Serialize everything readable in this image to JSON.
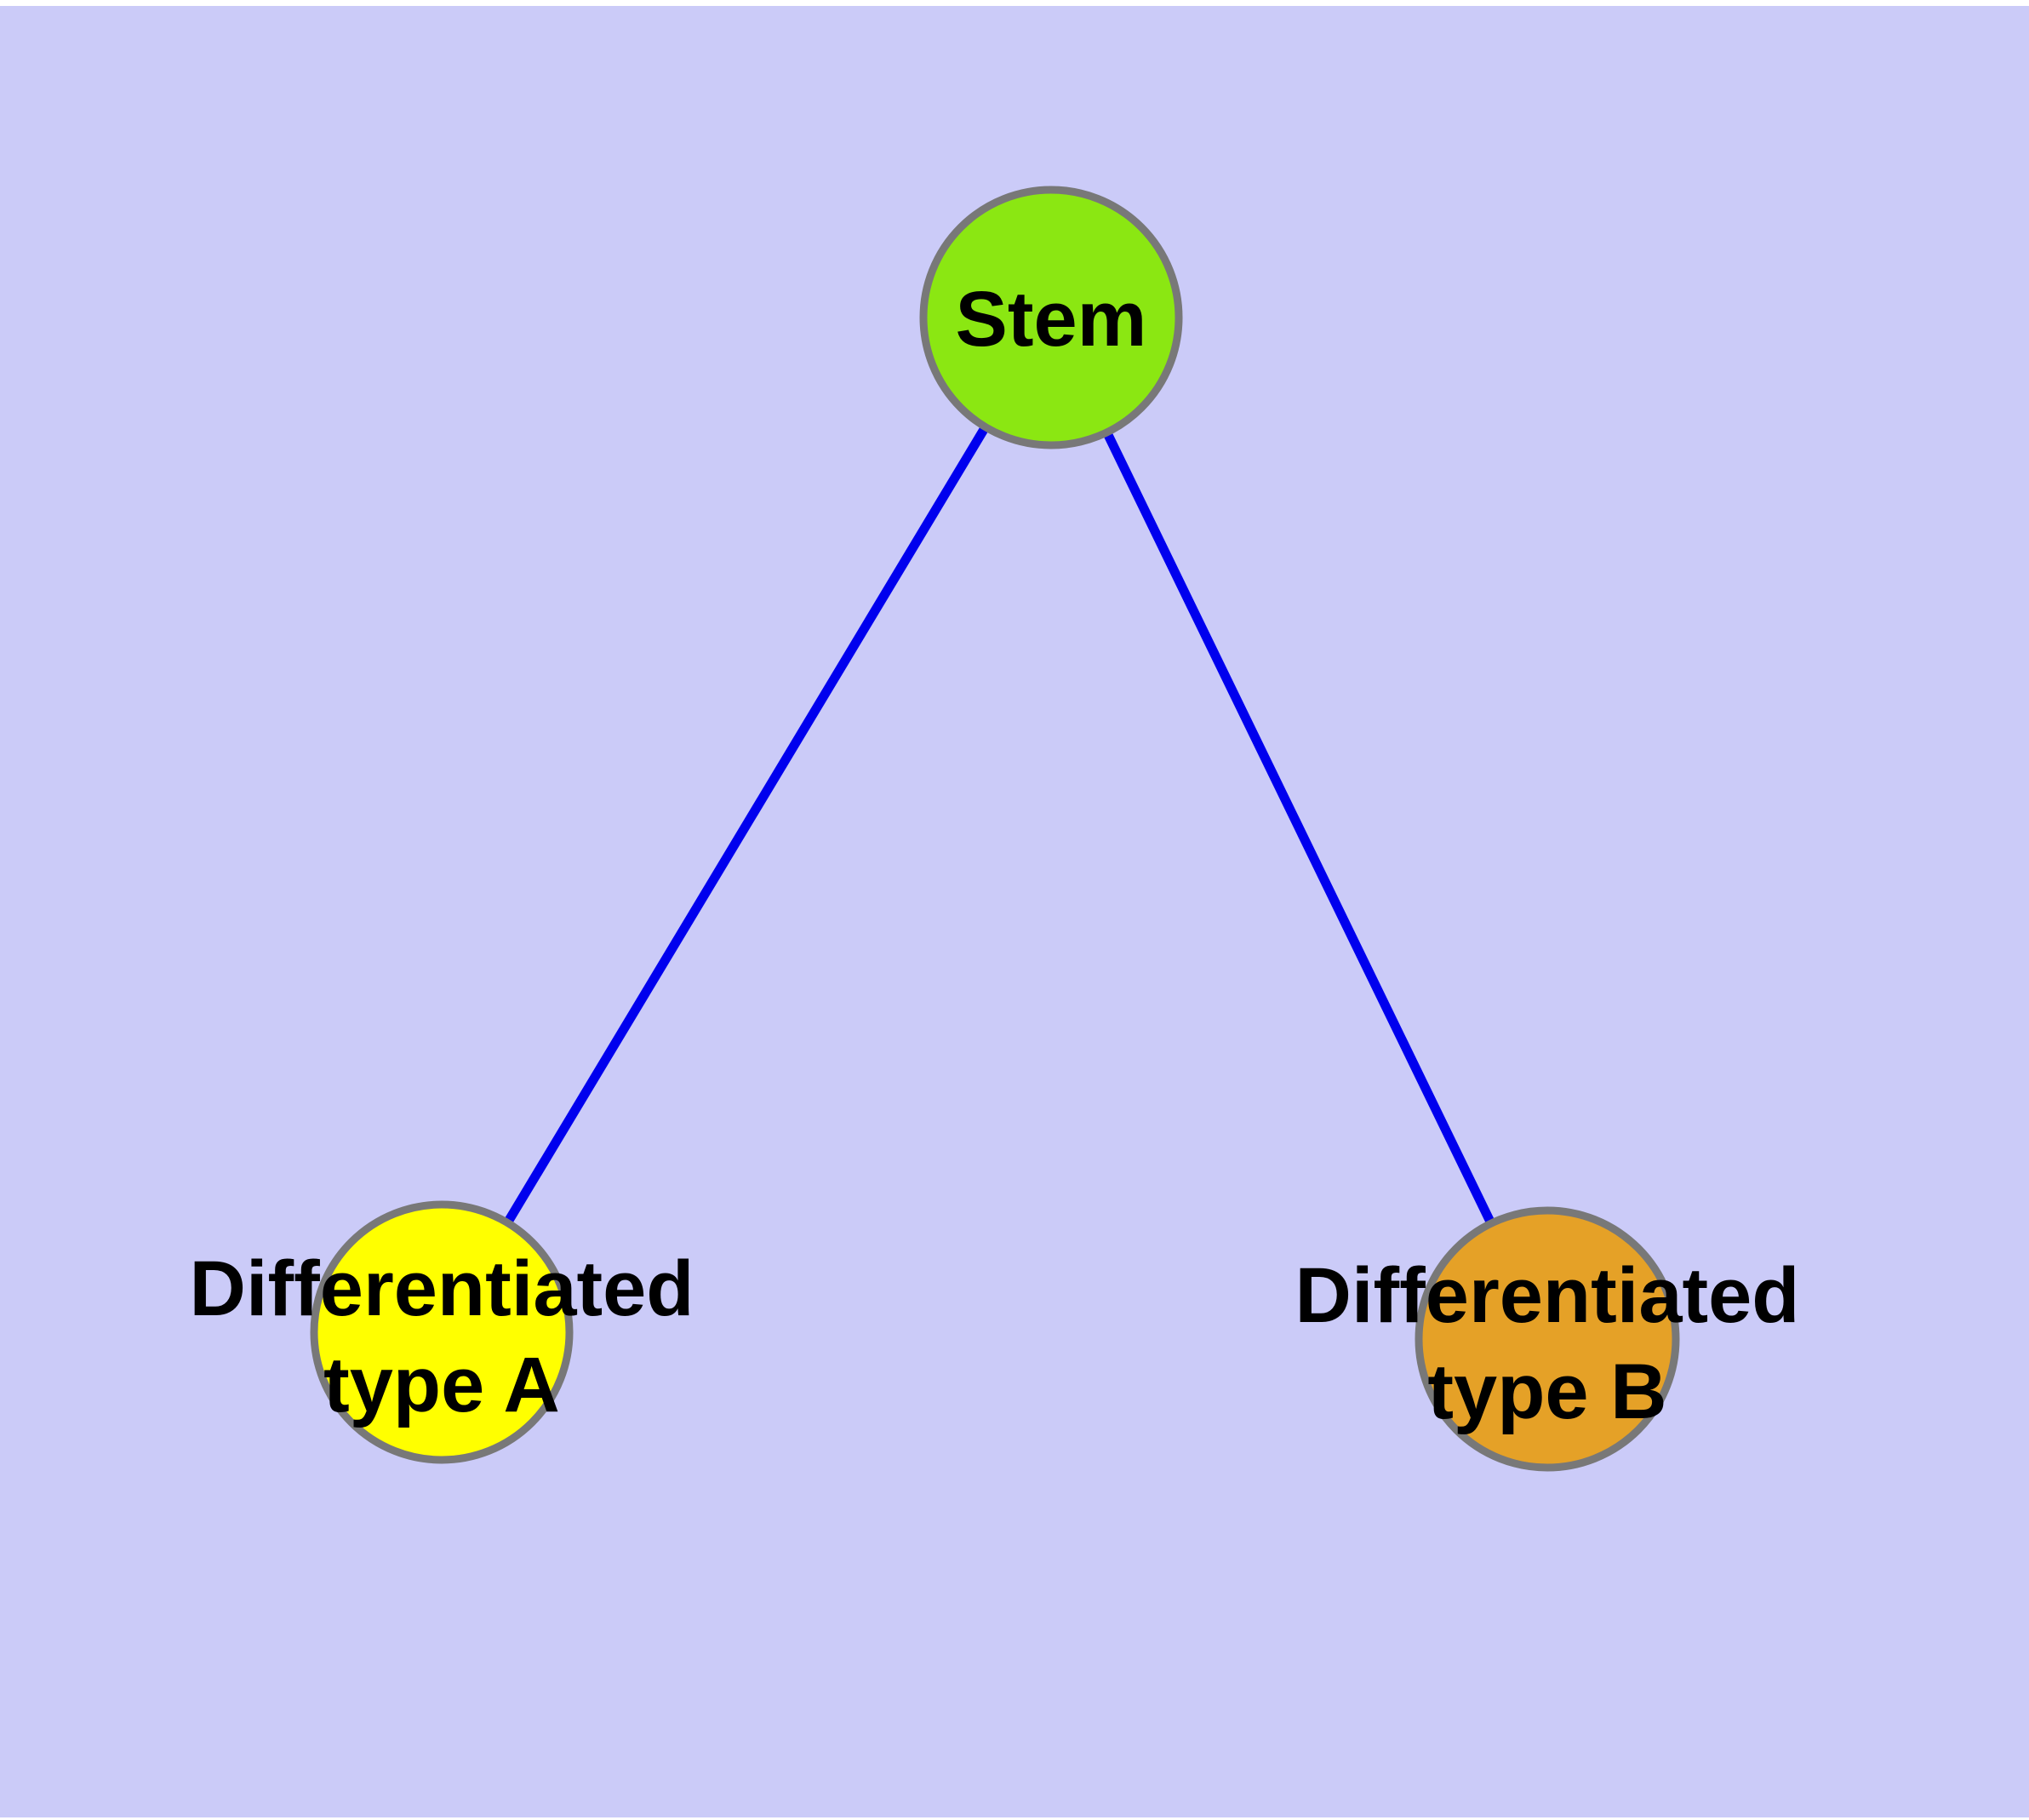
{
  "graph": {
    "panel_color": "#cbcbf8",
    "page_background": "#ffffff",
    "edge_color": "#0000ee",
    "node_border_color": "#787878",
    "label_color": "#000000",
    "nodes": [
      {
        "id": "stem",
        "label": "Stem",
        "label_lines": [
          "Stem"
        ],
        "color": "#8be712"
      },
      {
        "id": "diff_a",
        "label": "Differentiated type A",
        "label_lines": [
          "Differentiated",
          "type A"
        ],
        "color": "#ffff00"
      },
      {
        "id": "diff_b",
        "label": "Differentiated type B",
        "label_lines": [
          "Differentiated",
          "type B"
        ],
        "color": "#e5a127"
      }
    ],
    "edges": [
      {
        "from": "Stem",
        "to": "Differentiated type A"
      },
      {
        "from": "Stem",
        "to": "Differentiated type B"
      }
    ]
  }
}
